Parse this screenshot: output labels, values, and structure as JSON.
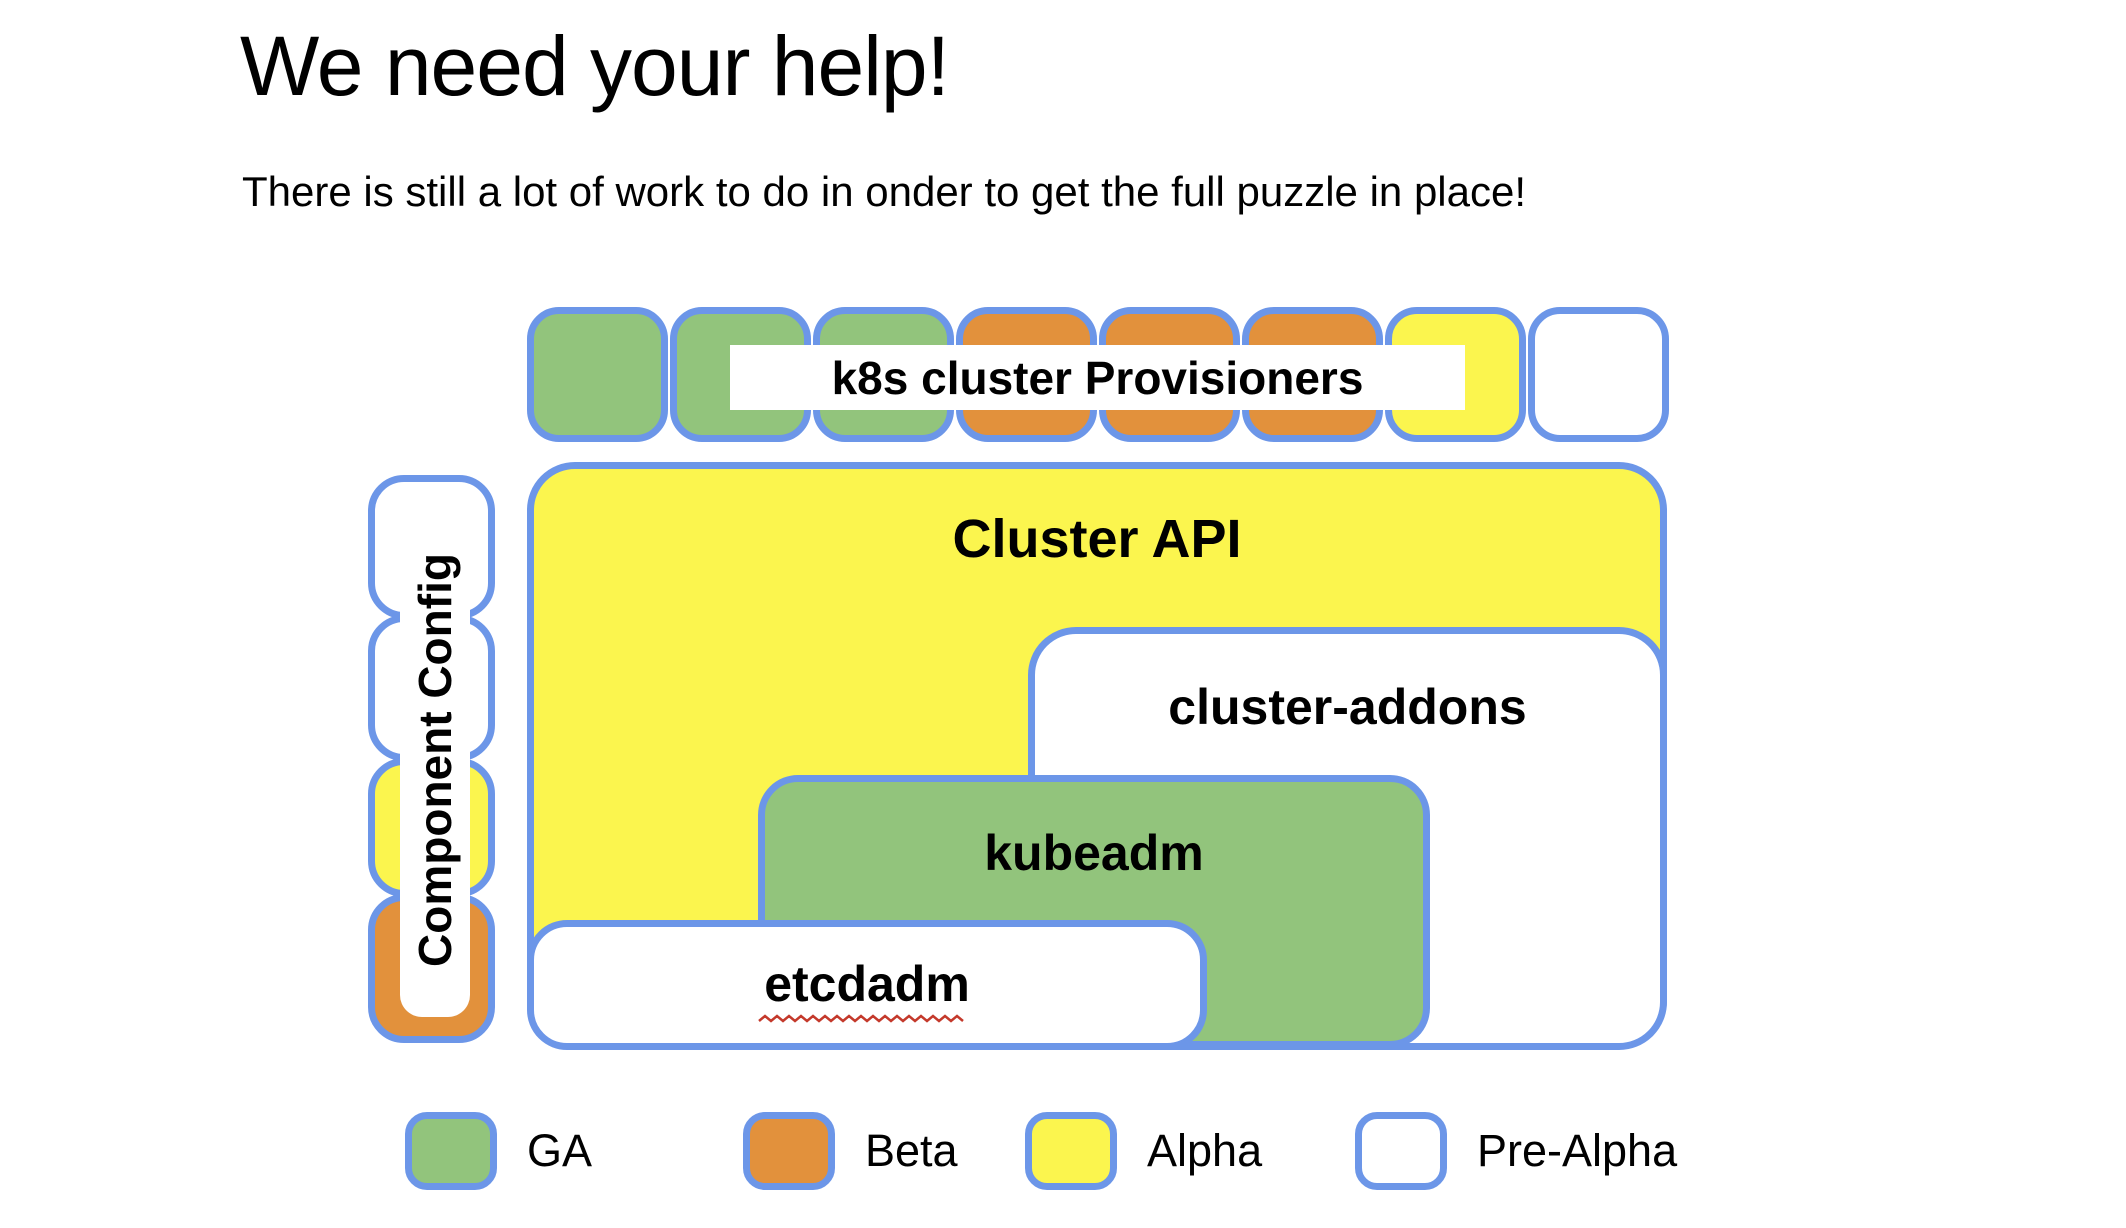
{
  "header": {
    "title": "We need your help!",
    "subtitle": "There is still a lot of work to do in onder to get the full puzzle in place!"
  },
  "colors": {
    "ga": "#92C47C",
    "beta": "#E2913C",
    "alpha": "#FBF54E",
    "prealpha": "#FFFFFF",
    "border": "#6C96E8",
    "squiggle": "#C4392B",
    "text": "#000000"
  },
  "diagram": {
    "provisioners": {
      "label": "k8s cluster Provisioners",
      "squares": [
        "ga",
        "ga",
        "ga",
        "beta",
        "beta",
        "beta",
        "alpha",
        "prealpha"
      ]
    },
    "component_config": {
      "label": "Component Config",
      "segments": [
        "prealpha",
        "prealpha",
        "alpha",
        "beta"
      ]
    },
    "boxes": [
      {
        "label": "Cluster API",
        "status": "alpha"
      },
      {
        "label": "cluster-addons",
        "status": "prealpha"
      },
      {
        "label": "kubeadm",
        "status": "ga"
      },
      {
        "label": "etcdadm",
        "status": "prealpha",
        "spellcheck_underline": true
      }
    ]
  },
  "legend": {
    "items": [
      {
        "label": "GA",
        "status": "ga"
      },
      {
        "label": "Beta",
        "status": "beta"
      },
      {
        "label": "Alpha",
        "status": "alpha"
      },
      {
        "label": "Pre-Alpha",
        "status": "prealpha"
      }
    ]
  }
}
